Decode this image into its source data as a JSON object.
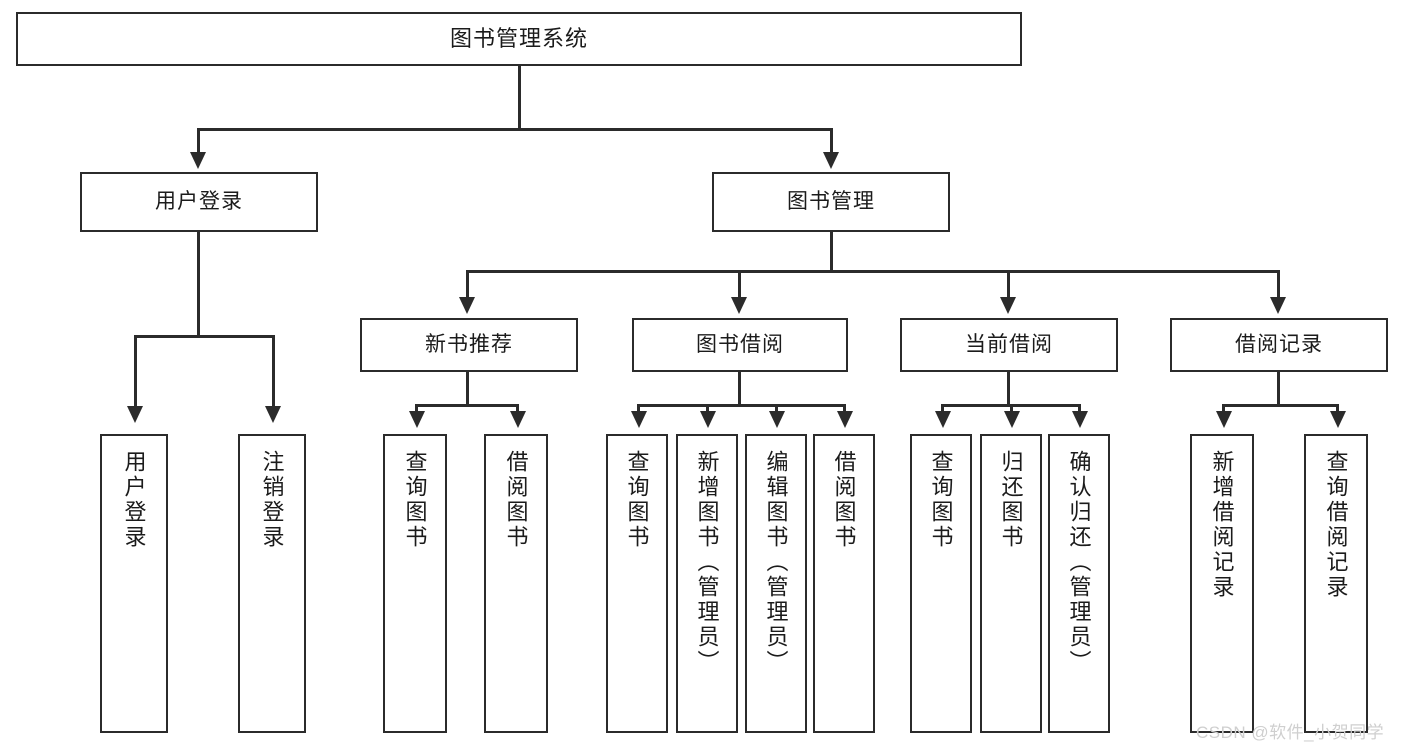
{
  "diagram": {
    "title": "图书管理系统",
    "type": "tree-hierarchy-diagram",
    "colors": {
      "stroke": "#2b2b2b",
      "fill": "#ffffff",
      "text": "#1b1b1b",
      "watermark": "#cfcfcf"
    },
    "nodes": {
      "root": {
        "label": "图书管理系统"
      },
      "level2": [
        {
          "label": "用户登录"
        },
        {
          "label": "图书管理"
        }
      ],
      "level3": [
        {
          "label": "新书推荐"
        },
        {
          "label": "图书借阅"
        },
        {
          "label": "当前借阅"
        },
        {
          "label": "借阅记录"
        }
      ],
      "leaves_user_login": [
        {
          "label": "用户登录"
        },
        {
          "label": "注销登录"
        }
      ],
      "leaves_new_book": [
        {
          "label": "查询图书"
        },
        {
          "label": "借阅图书"
        }
      ],
      "leaves_borrow": [
        {
          "label": "查询图书"
        },
        {
          "label": "新增图书（管理员）"
        },
        {
          "label": "编辑图书（管理员）"
        },
        {
          "label": "借阅图书"
        }
      ],
      "leaves_current": [
        {
          "label": "查询图书"
        },
        {
          "label": "归还图书"
        },
        {
          "label": "确认归还（管理员）"
        }
      ],
      "leaves_records": [
        {
          "label": "新增借阅记录"
        },
        {
          "label": "查询借阅记录"
        }
      ]
    },
    "watermark": "CSDN @软件_小贺同学"
  }
}
